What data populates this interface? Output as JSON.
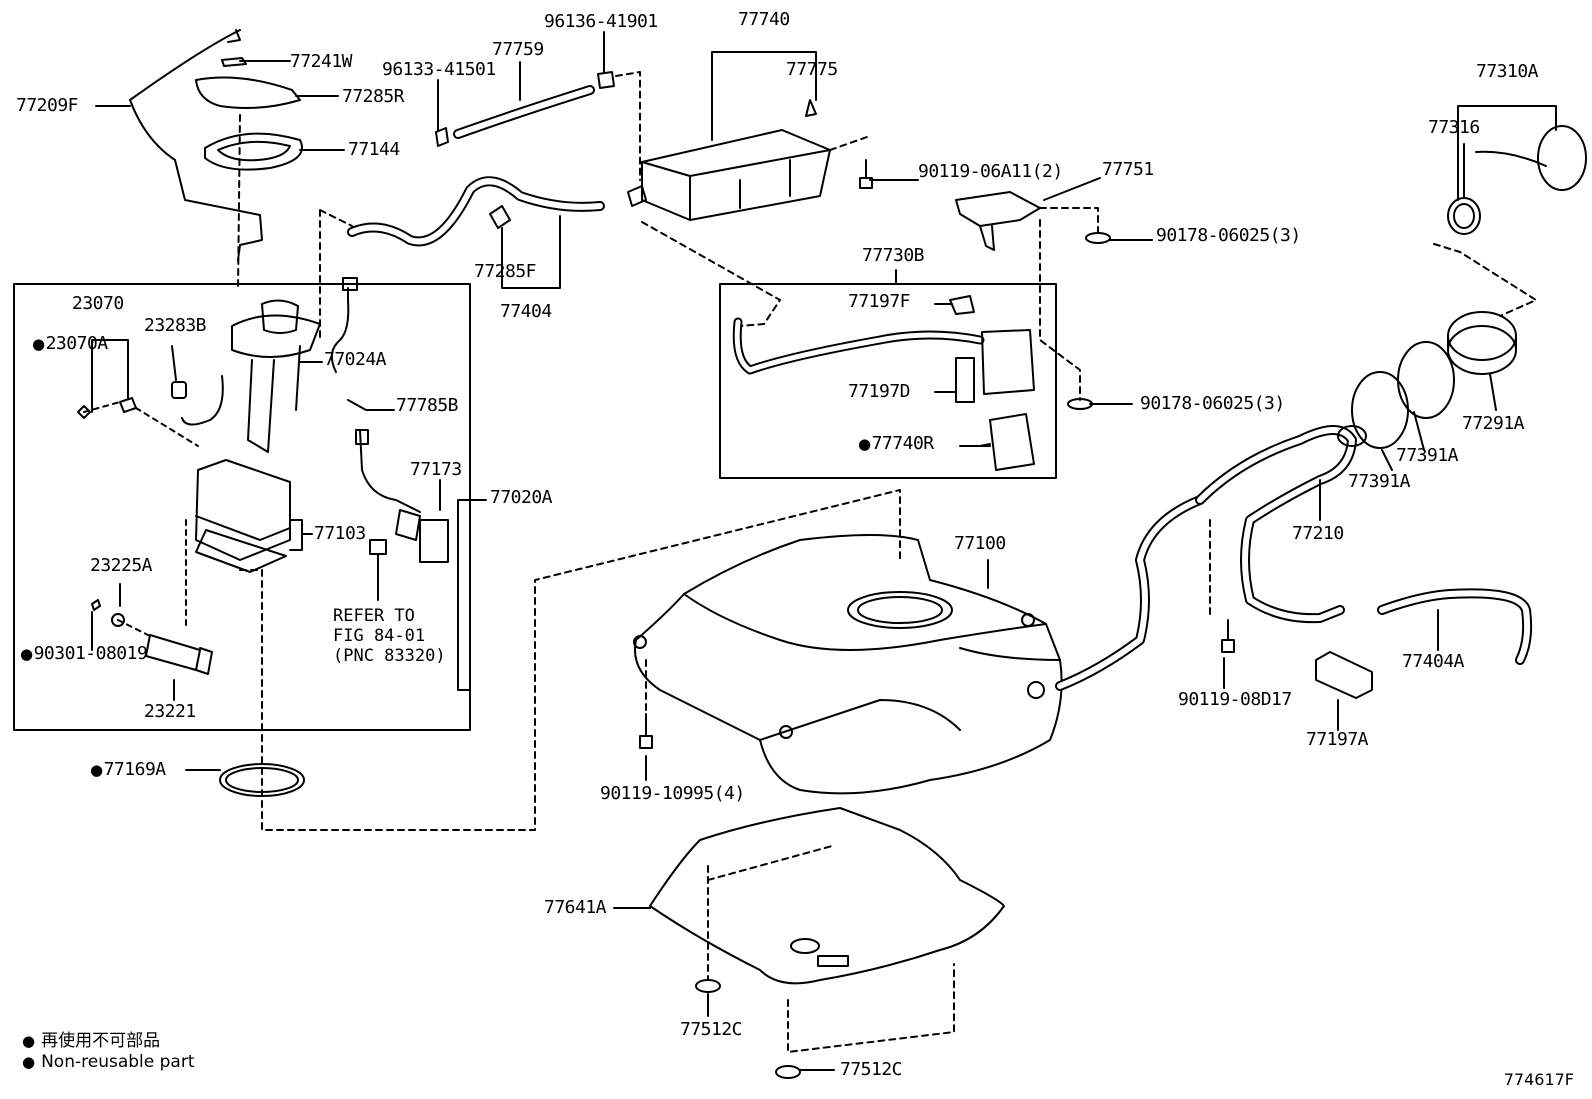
{
  "parts": {
    "p77241W": "77241W",
    "p77209F": "77209F",
    "p77285R": "77285R",
    "p77144": "77144",
    "p96133": "96133-41501",
    "p96136": "96136-41901",
    "p77759": "77759",
    "p77740": "77740",
    "p77775": "77775",
    "p90119a": "90119-06A11(2)",
    "p77751": "77751",
    "p90178a": "90178-06025(3)",
    "p77310A": "77310A",
    "p77316": "77316",
    "p77285F": "77285F",
    "p77404": "77404",
    "p77730B": "77730B",
    "p77197F": "77197F",
    "p77197D": "77197D",
    "p77740R": "77740R",
    "p90178b": "90178-06025(3)",
    "p23070": "23070",
    "p23070A": "23070A",
    "p23283B": "23283B",
    "p77024A": "77024A",
    "p77785B": "77785B",
    "p77173": "77173",
    "p77020A": "77020A",
    "p77103": "77103",
    "p23225A": "23225A",
    "p90301": "90301-08019",
    "p23221": "23221",
    "p77169A": "77169A",
    "p77100": "77100",
    "p77291A": "77291A",
    "p77391A1": "77391A",
    "p77391A2": "77391A",
    "p77210": "77210",
    "p90119b": "90119-08D17",
    "p77404A": "77404A",
    "p77197A": "77197A",
    "p90119c": "90119-10995(4)",
    "p77641A": "77641A",
    "p77512C1": "77512C",
    "p77512C2": "77512C"
  },
  "note": {
    "line1": "REFER TO",
    "line2": "FIG 84-01",
    "line3": "(PNC 83320)"
  },
  "legend": {
    "jp": "再使用不可部品",
    "en": "Non-reusable part"
  },
  "figure_id": "774617F"
}
